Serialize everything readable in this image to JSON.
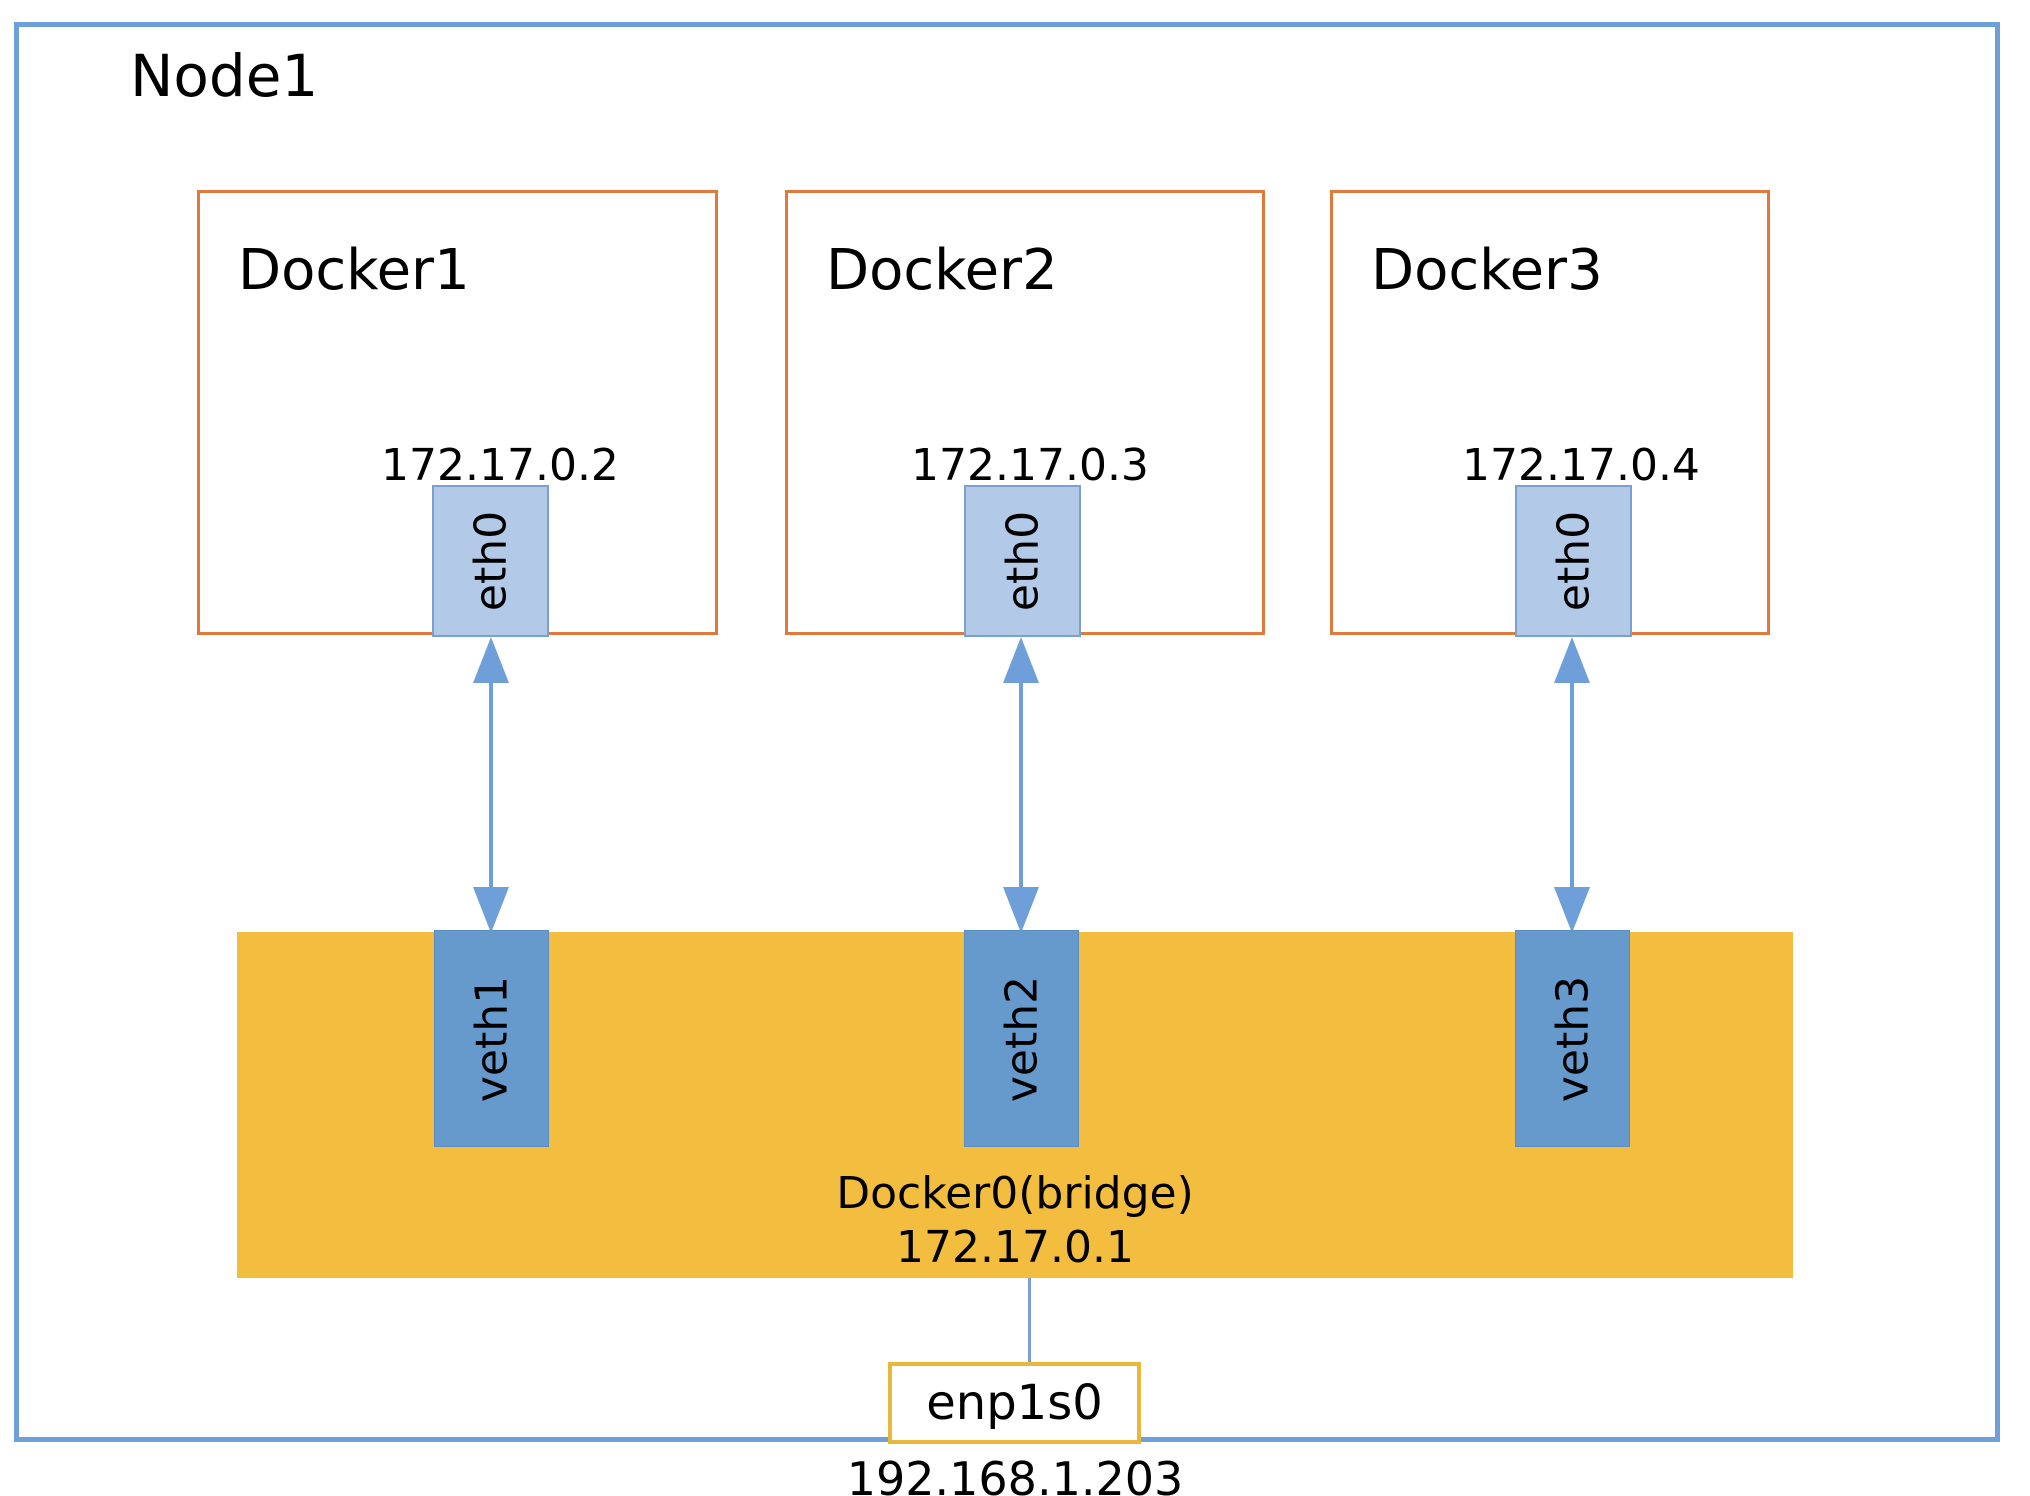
{
  "node": {
    "title": "Node1",
    "border_color": "#6f9fd8"
  },
  "containers": [
    {
      "name": "Docker1",
      "interface": "eth0",
      "ip": "172.17.0.2",
      "veth": "veth1"
    },
    {
      "name": "Docker2",
      "interface": "eth0",
      "ip": "172.17.0.3",
      "veth": "veth2"
    },
    {
      "name": "Docker3",
      "interface": "eth0",
      "ip": "172.17.0.4",
      "veth": "veth3"
    }
  ],
  "bridge": {
    "name": "Docker0(bridge)",
    "ip": "172.17.0.1",
    "color": "#f3be40"
  },
  "host_nic": {
    "name": "enp1s0",
    "ip": "192.168.1.203",
    "border_color": "#e8b73c"
  },
  "colors": {
    "container_border": "#e1783c",
    "eth_fill": "#b3c9e8",
    "veth_fill": "#6699cc",
    "arrow": "#6f9fd8"
  }
}
